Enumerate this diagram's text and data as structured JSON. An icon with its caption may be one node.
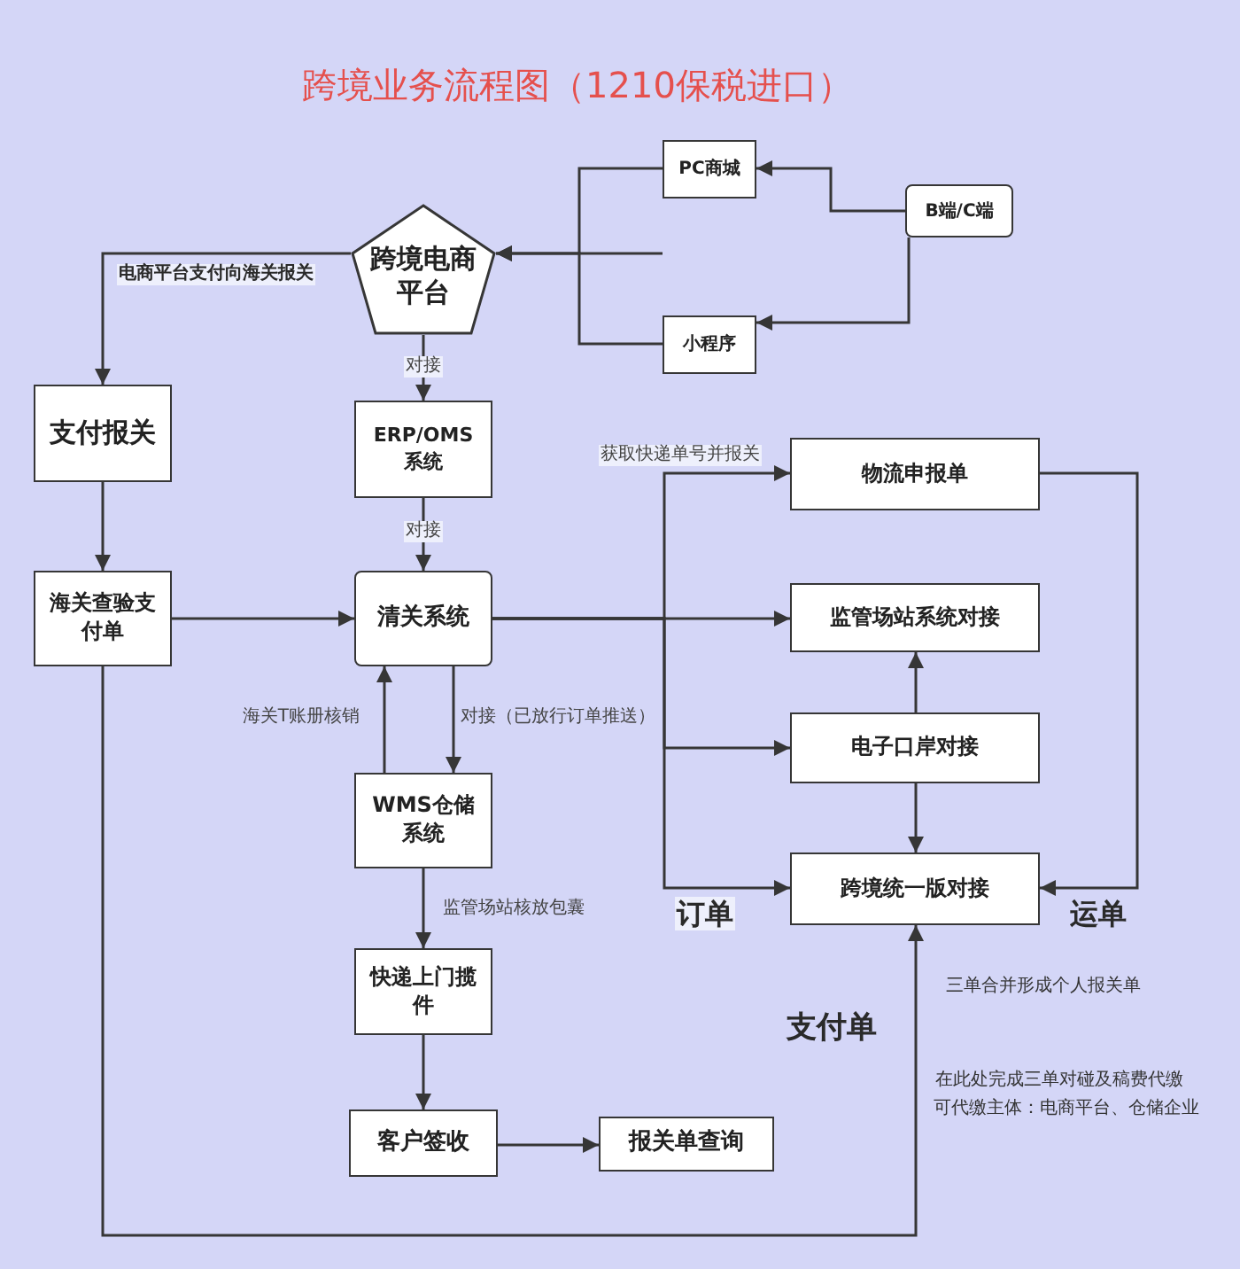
{
  "diagram": {
    "title": "跨境业务流程图（1210保税进口）",
    "nodes": [
      {
        "text": [
          "PC商城"
        ]
      },
      {
        "text": [
          "B端/C端"
        ]
      },
      {
        "text": [
          "跨境电商平台"
        ]
      },
      {
        "text": [
          "小程序"
        ]
      },
      {
        "text": [
          "支付报关"
        ]
      },
      {
        "text": [
          "ERP/OMS系统"
        ]
      },
      {
        "text": [
          "物流申报单"
        ]
      },
      {
        "text": [
          "海关查验支付单"
        ]
      },
      {
        "text": [
          "清关系统"
        ]
      },
      {
        "text": [
          "监管场站系统对接"
        ]
      },
      {
        "text": [
          "电子口岸对接"
        ]
      },
      {
        "text": [
          "WMS仓储系统"
        ]
      },
      {
        "text": [
          "跨境统一版对接"
        ]
      },
      {
        "text": [
          "快递上门揽件"
        ]
      },
      {
        "text": [
          "客户签收"
        ]
      },
      {
        "text": [
          "报关单查询"
        ]
      }
    ],
    "edges": [
      {
        "from": 1,
        "to": 0,
        "arrow": "to"
      },
      {
        "from": 1,
        "to": 3,
        "arrow": "to"
      },
      {
        "from": 0,
        "to": 2,
        "arrow": "to"
      },
      {
        "from": 3,
        "to": 2,
        "arrow": "to"
      },
      {
        "from": 2,
        "to": 4,
        "arrow": "to",
        "label": "电商平台支付向海关报关"
      },
      {
        "from": 2,
        "to": 5,
        "arrow": "to",
        "label": "对接"
      },
      {
        "from": 5,
        "to": 8,
        "arrow": "to",
        "label": "对接"
      },
      {
        "from": 4,
        "to": 7,
        "arrow": "to"
      },
      {
        "from": 7,
        "to": 8,
        "arrow": "to"
      },
      {
        "from": 11,
        "to": 8,
        "arrow": "to",
        "label": "海关T账册核销"
      },
      {
        "from": 8,
        "to": 11,
        "arrow": "to",
        "label": "对接（已放行订单推送）"
      },
      {
        "from": 8,
        "to": 9,
        "arrow": "to"
      },
      {
        "from": 8,
        "to": 6,
        "arrow": "to",
        "label": "获取快递单号并报关"
      },
      {
        "from": 8,
        "to": 10,
        "arrow": "to"
      },
      {
        "from": 8,
        "to": 12,
        "arrow": "to",
        "label": "订单"
      },
      {
        "from": 10,
        "to": 9,
        "arrow": "to"
      },
      {
        "from": 10,
        "to": 12,
        "arrow": "to"
      },
      {
        "from": 6,
        "to": 12,
        "arrow": "to",
        "label": "运单"
      },
      {
        "from": 7,
        "to": 12,
        "arrow": "to",
        "label": "支付单"
      },
      {
        "from": 11,
        "to": 13,
        "arrow": "to",
        "label": "监管场站核放包囊"
      },
      {
        "from": 13,
        "to": 14,
        "arrow": "to"
      },
      {
        "from": 14,
        "to": 15,
        "arrow": "to"
      }
    ],
    "labels": [
      "三单合并形成个人报关单",
      "在此处完成三单对碰及稿费代缴",
      "可代缴主体：电商平台、仓储企业"
    ]
  }
}
